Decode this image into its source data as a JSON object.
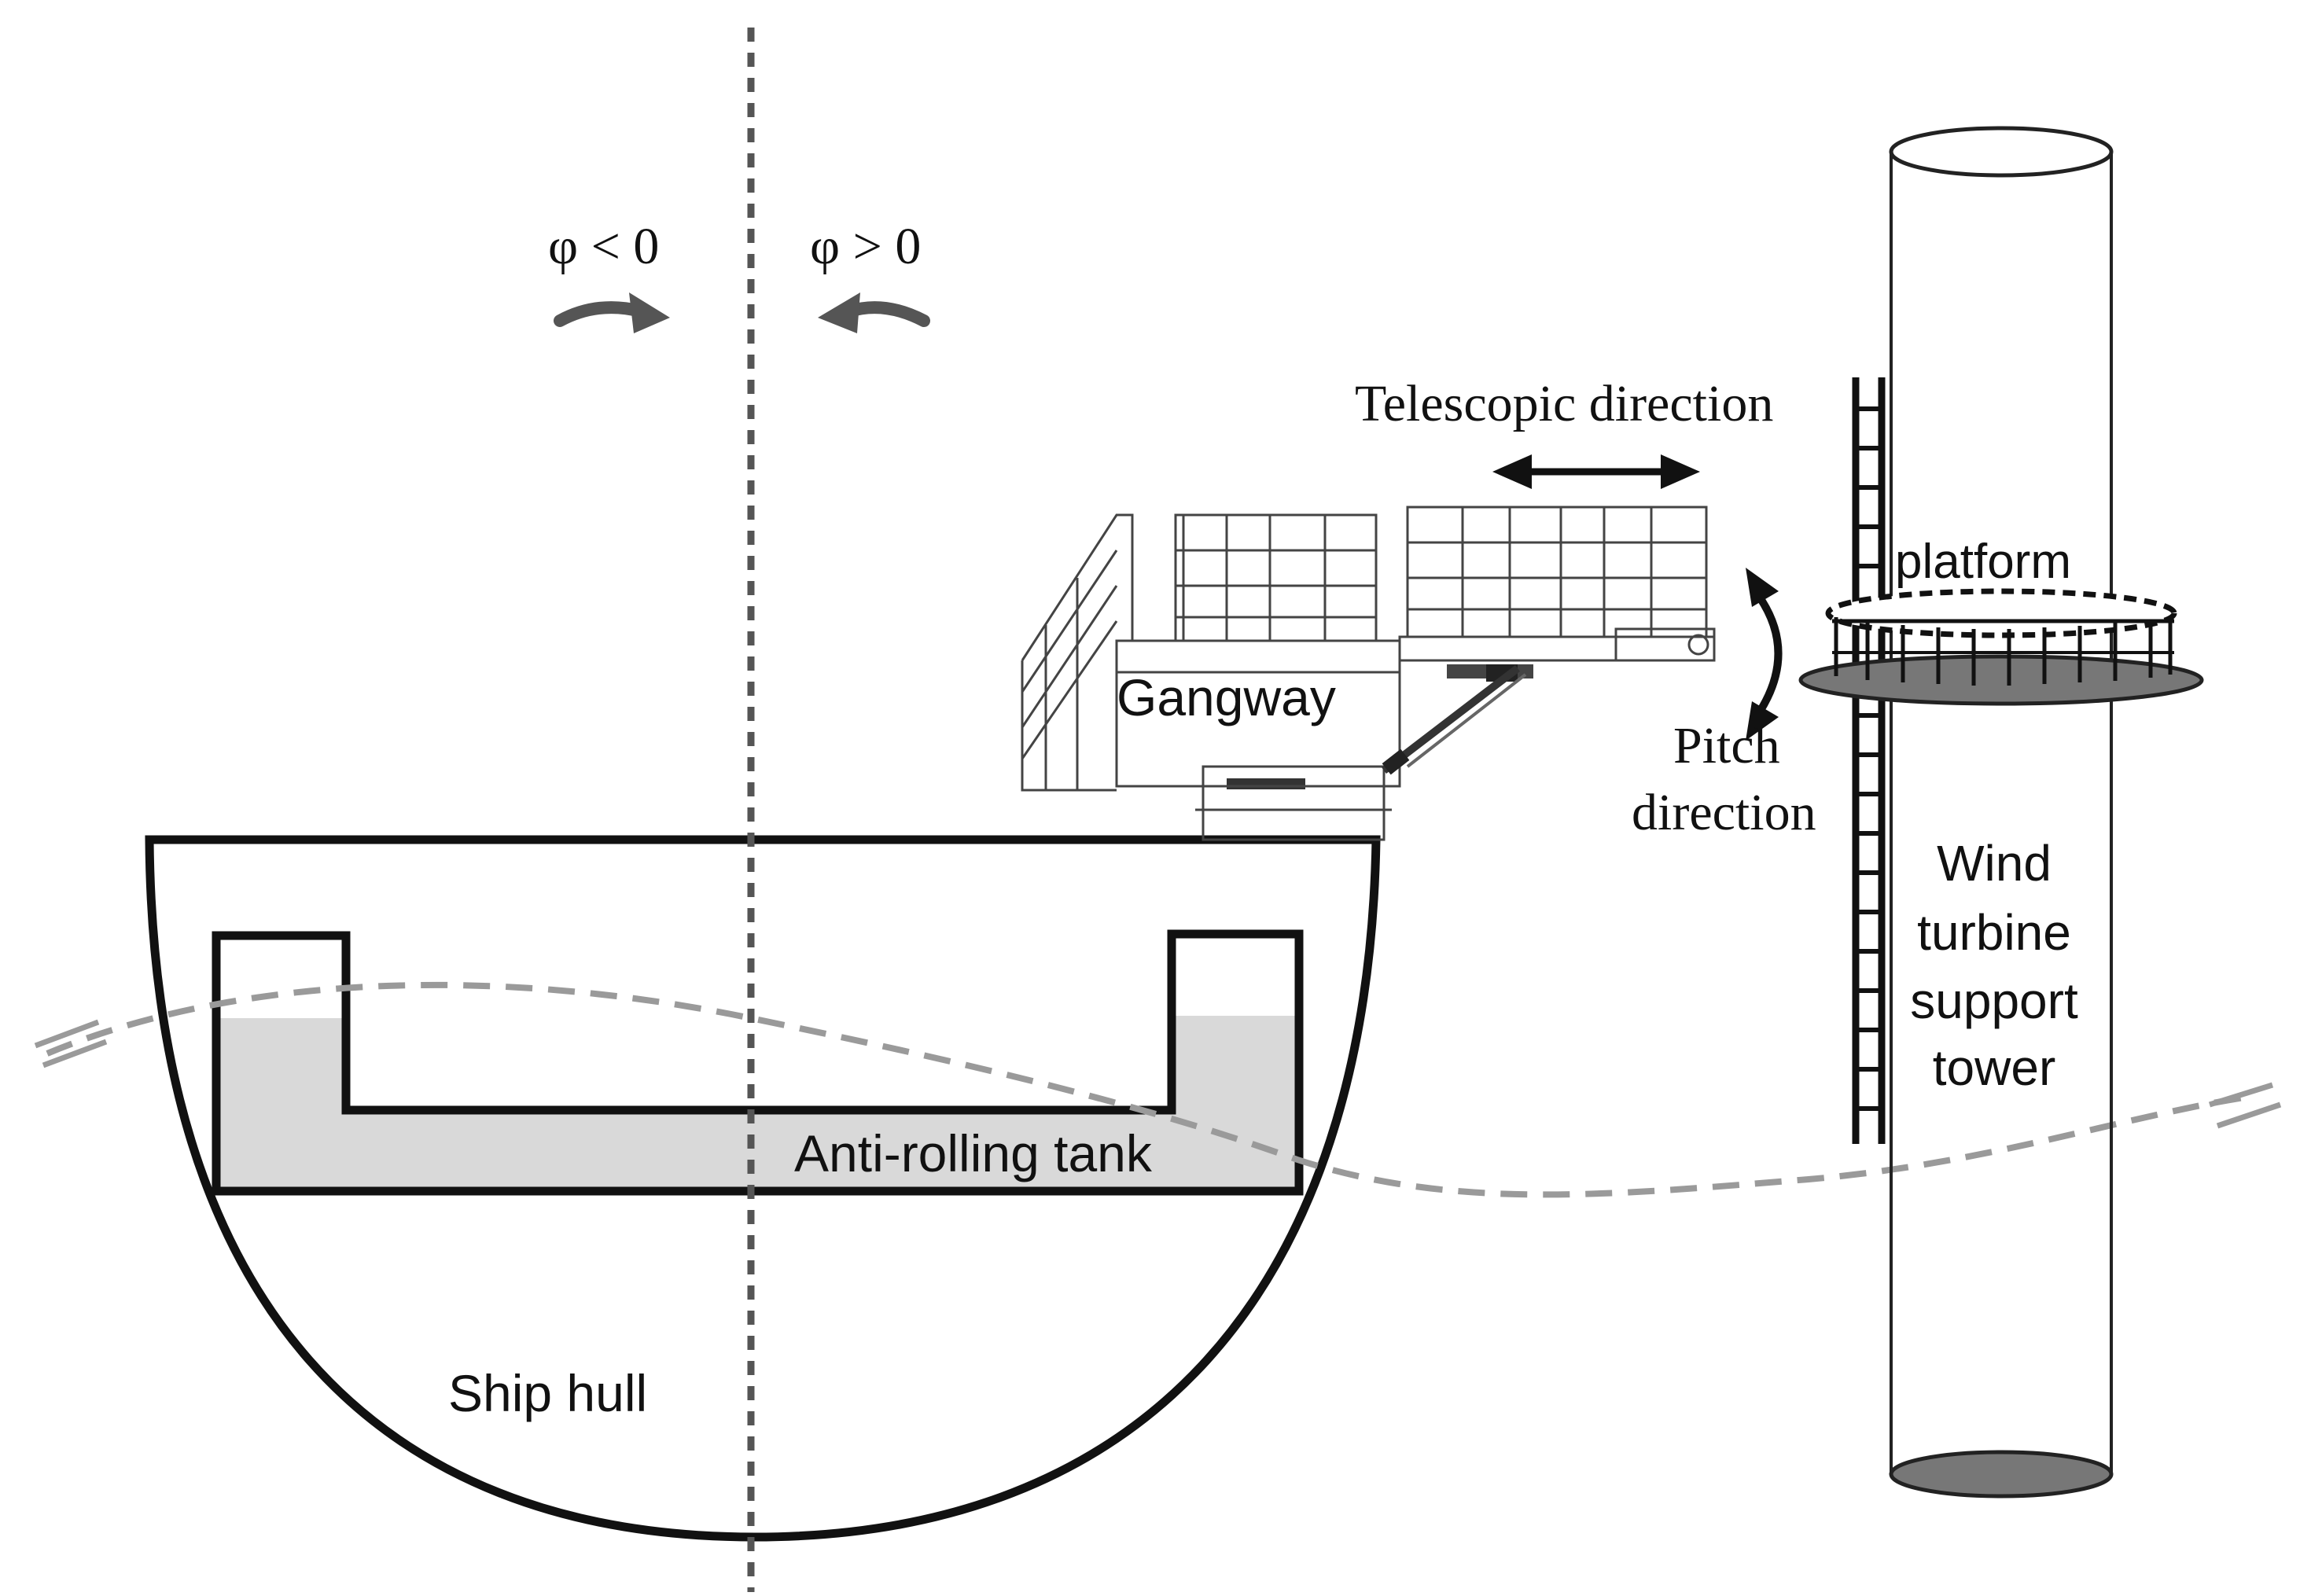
{
  "labels": {
    "roll_negative": "φ < 0",
    "roll_positive": "φ > 0",
    "telescopic": "Telescopic direction",
    "pitch_line1": "Pitch",
    "pitch_line2": "direction",
    "gangway": "Gangway",
    "platform": "platform",
    "tower_line1": "Wind",
    "tower_line2": "turbine",
    "tower_line3": "support",
    "tower_line4": "tower",
    "tank": "Anti-rolling tank",
    "hull": "Ship hull"
  },
  "colors": {
    "ink": "#111111",
    "water": "#d9d9d9",
    "wave": "#9a9a9a",
    "platform_fill": "#777777",
    "tower_base": "#777777"
  }
}
